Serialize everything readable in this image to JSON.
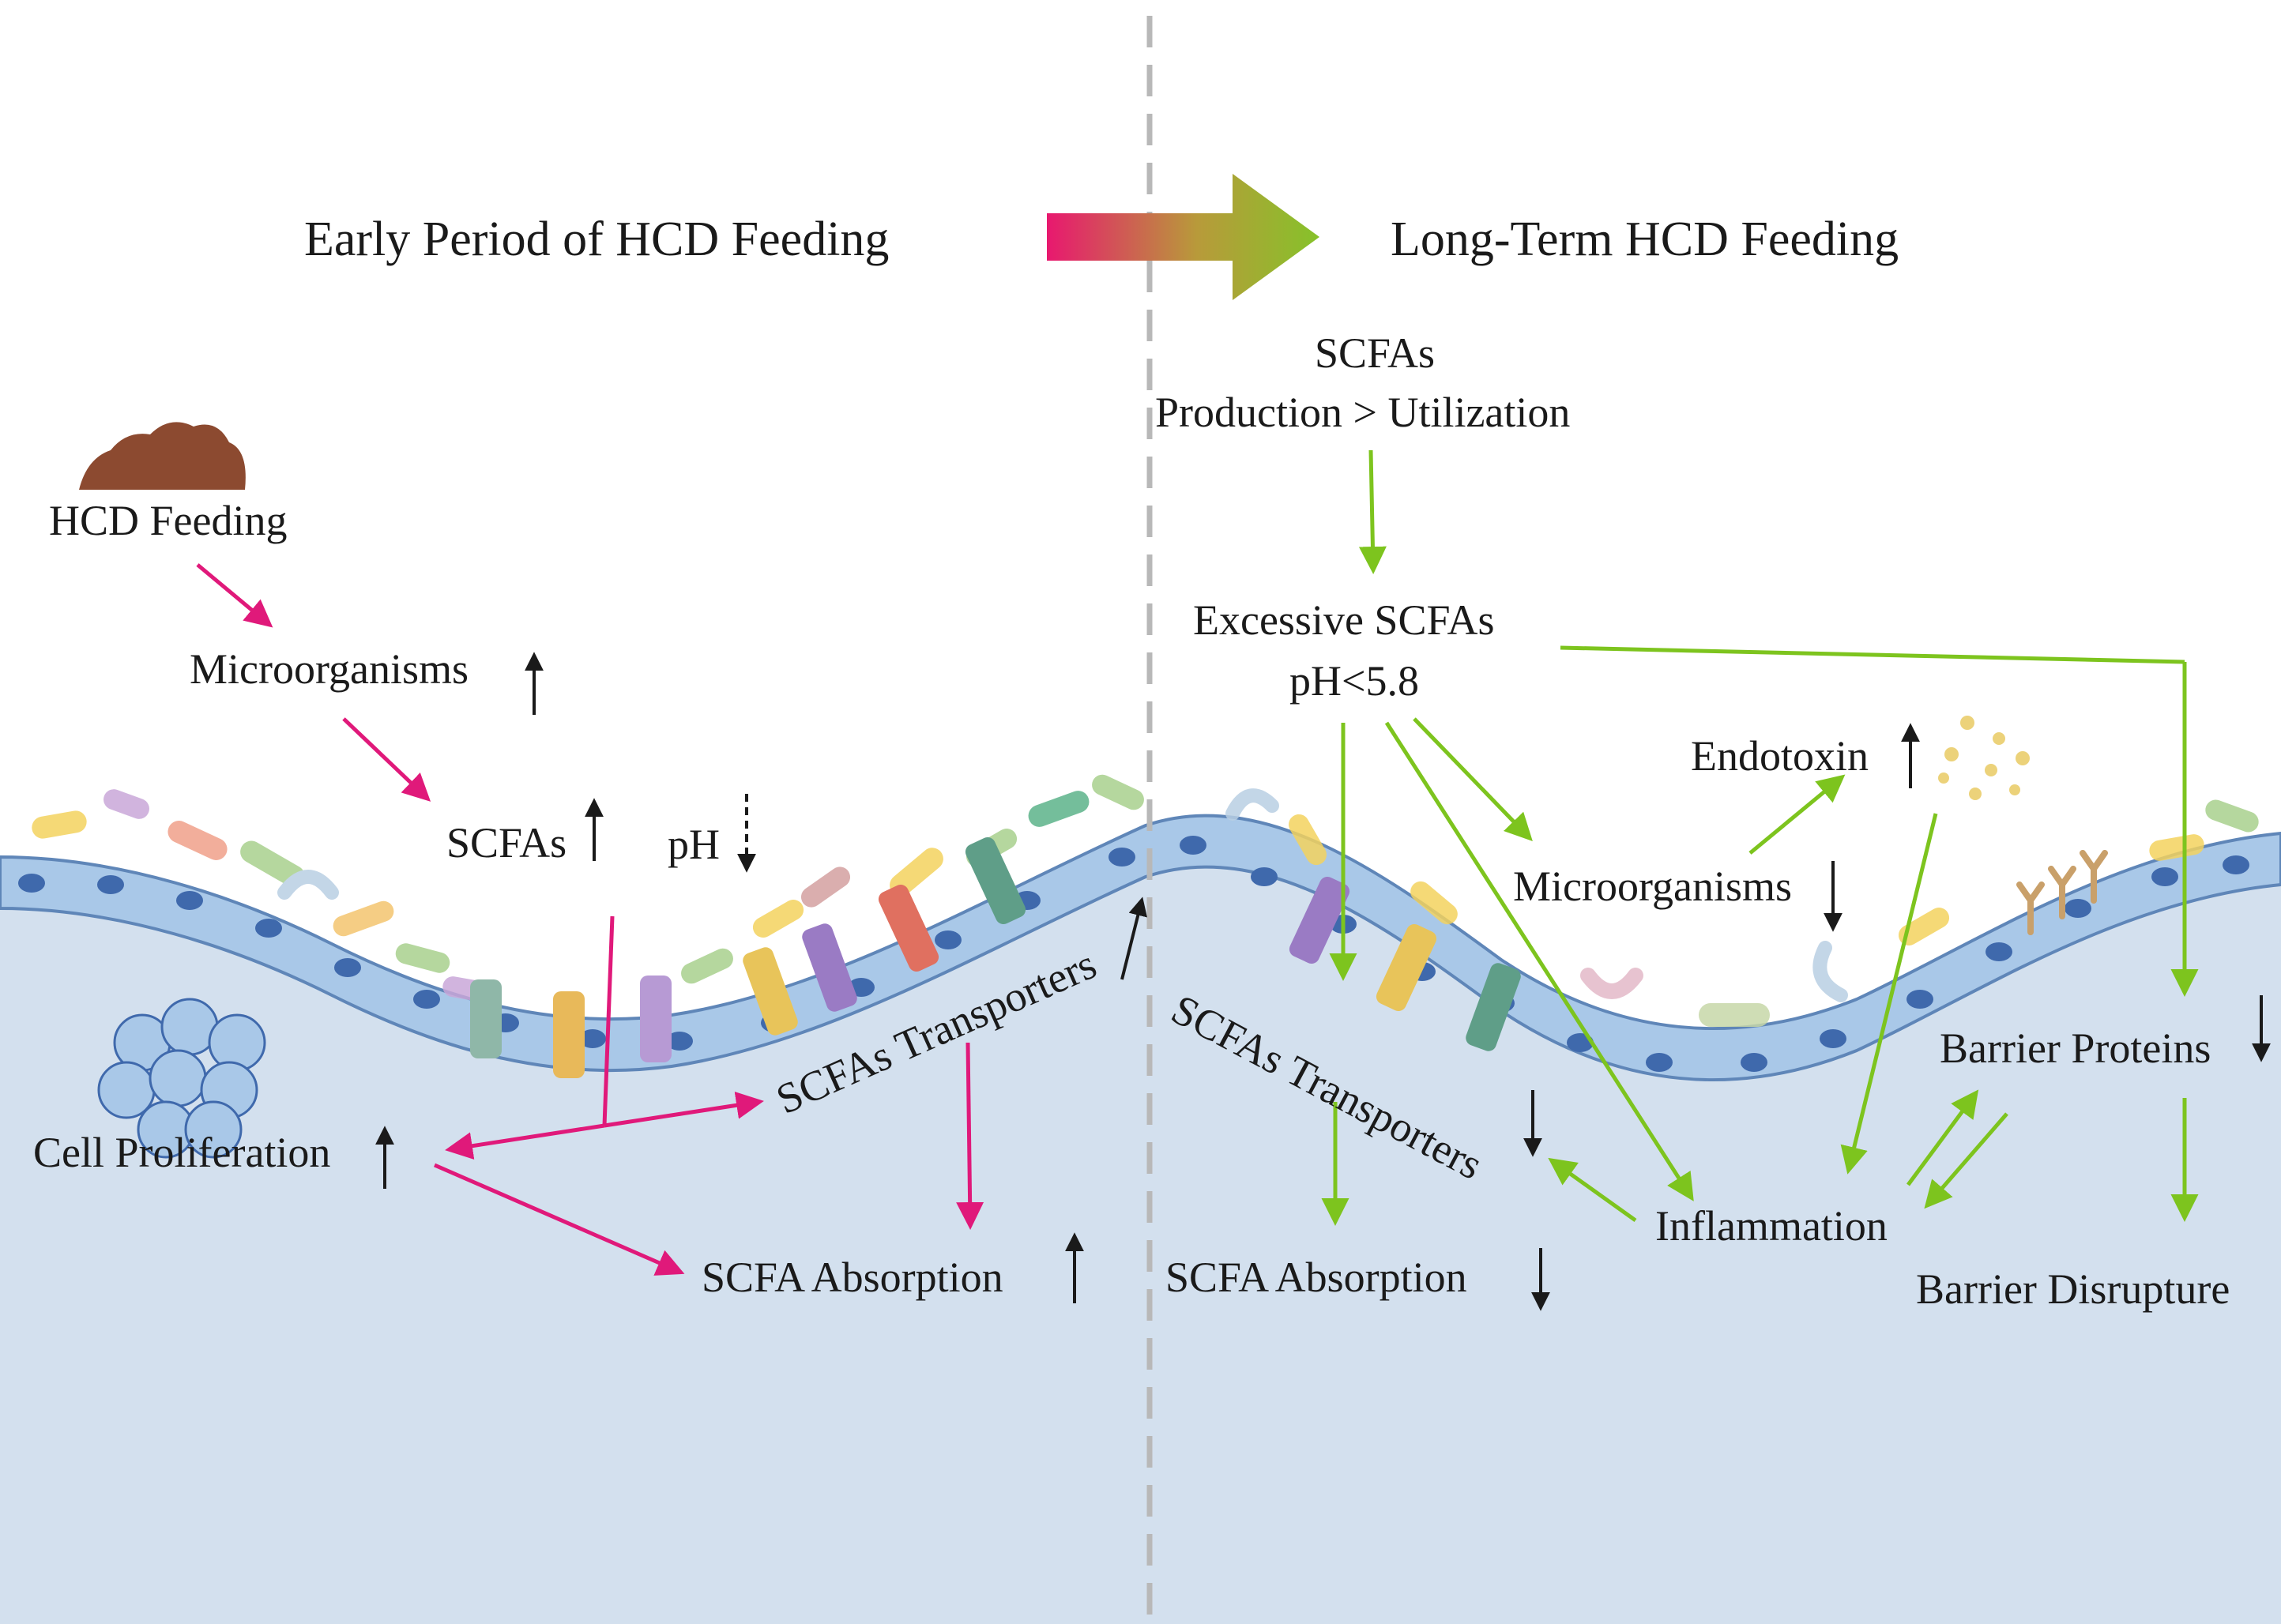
{
  "titles": {
    "early": "Early Period of HCD Feeding",
    "long_term": "Long-Term HCD Feeding"
  },
  "early": {
    "hcd_feeding": "HCD Feeding",
    "microorganisms": "Microorganisms",
    "scfas": "SCFAs",
    "ph": "pH",
    "transporters": "SCFAs Transporters",
    "cell_proliferation": "Cell Proliferation",
    "absorption": "SCFA Absorption"
  },
  "late": {
    "scfas": "SCFAs",
    "production": "Production > Utilization",
    "excessive": "Excessive SCFAs",
    "ph": "pH<5.8",
    "endotoxin": "Endotoxin",
    "microorganisms": "Microorganisms",
    "transporters": "SCFAs Transporters",
    "absorption": "SCFA Absorption",
    "inflammation": "Inflammation",
    "barrier_proteins": "Barrier Proteins",
    "barrier_disrupture": "Barrier Disrupture"
  },
  "colors": {
    "early_arrow": "#e0197a",
    "late_arrow": "#7dc41e",
    "tissue": "#d3e0ee",
    "cell": "#a9c8e8",
    "nucleus": "#3f69ac",
    "divider": "#b8b8b8"
  }
}
